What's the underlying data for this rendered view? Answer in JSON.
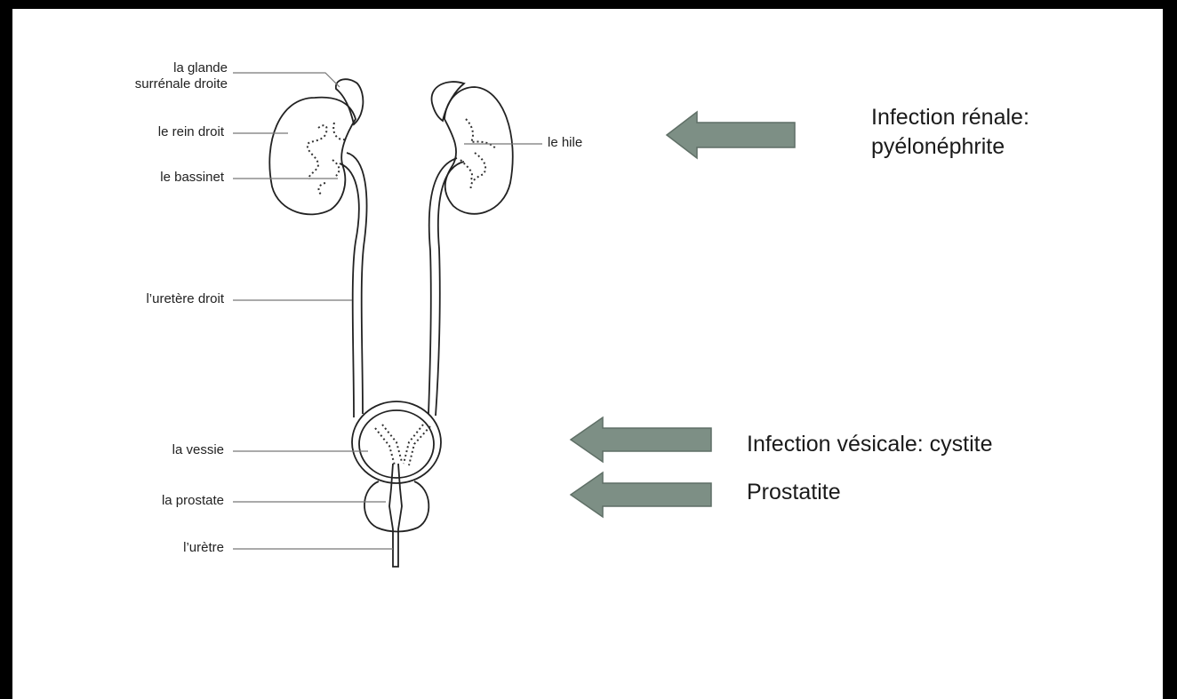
{
  "diagram": {
    "labels": {
      "glande_line1": "la glande",
      "glande_line2": "surrénale droite",
      "rein_droit": "le rein droit",
      "bassinet": "le bassinet",
      "uretere_droit": "l’uretère droit",
      "vessie": "la vessie",
      "prostate": "la prostate",
      "uretre": "l’urètre",
      "hile": "le hile"
    }
  },
  "annotations": {
    "renal_line1": "Infection rénale:",
    "renal_line2": "pyélonéphrite",
    "vesical": "Infection vésicale: cystite",
    "prostatite": "Prostatite"
  },
  "colors": {
    "arrow_fill": "#7d8f85",
    "arrow_stroke": "#5f6f66",
    "border": "#000000"
  }
}
